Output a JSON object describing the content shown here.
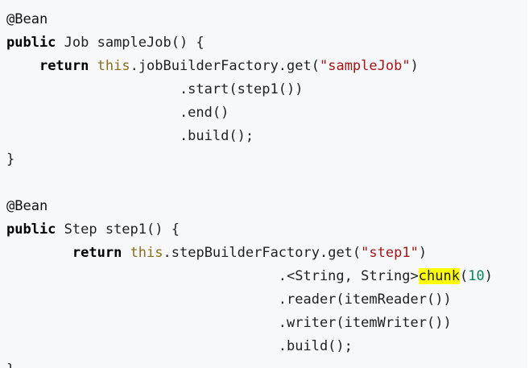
{
  "code": {
    "lines": [
      {
        "indent": "",
        "segments": [
          {
            "t": "@Bean",
            "c": "anno"
          }
        ]
      },
      {
        "indent": "",
        "segments": [
          {
            "t": "public",
            "c": "kw"
          },
          {
            "t": " Job sampleJob() {",
            "c": ""
          }
        ]
      },
      {
        "indent": "    ",
        "segments": [
          {
            "t": "return",
            "c": "kw"
          },
          {
            "t": " ",
            "c": ""
          },
          {
            "t": "this",
            "c": "this"
          },
          {
            "t": ".jobBuilderFactory.get(",
            "c": ""
          },
          {
            "t": "\"sampleJob\"",
            "c": "str"
          },
          {
            "t": ")",
            "c": ""
          }
        ]
      },
      {
        "indent": "                     ",
        "segments": [
          {
            "t": ".start(step1())",
            "c": ""
          }
        ]
      },
      {
        "indent": "                     ",
        "segments": [
          {
            "t": ".end()",
            "c": ""
          }
        ]
      },
      {
        "indent": "                     ",
        "segments": [
          {
            "t": ".build();",
            "c": ""
          }
        ]
      },
      {
        "indent": "",
        "segments": [
          {
            "t": "}",
            "c": ""
          }
        ]
      },
      {
        "indent": "",
        "segments": [
          {
            "t": "",
            "c": ""
          }
        ]
      },
      {
        "indent": "",
        "segments": [
          {
            "t": "@Bean",
            "c": "anno"
          }
        ]
      },
      {
        "indent": "",
        "segments": [
          {
            "t": "public",
            "c": "kw"
          },
          {
            "t": " Step step1() {",
            "c": ""
          }
        ]
      },
      {
        "indent": "        ",
        "segments": [
          {
            "t": "return",
            "c": "kw"
          },
          {
            "t": " ",
            "c": ""
          },
          {
            "t": "this",
            "c": "this"
          },
          {
            "t": ".stepBuilderFactory.get(",
            "c": ""
          },
          {
            "t": "\"step1\"",
            "c": "str"
          },
          {
            "t": ")",
            "c": ""
          }
        ]
      },
      {
        "indent": "                                 ",
        "segments": [
          {
            "t": ".<String, String>",
            "c": ""
          },
          {
            "t": "chunk",
            "c": "hl"
          },
          {
            "t": "(",
            "c": ""
          },
          {
            "t": "10",
            "c": "num"
          },
          {
            "t": ")",
            "c": ""
          }
        ]
      },
      {
        "indent": "                                 ",
        "segments": [
          {
            "t": ".reader(itemReader())",
            "c": ""
          }
        ]
      },
      {
        "indent": "                                 ",
        "segments": [
          {
            "t": ".writer(itemWriter())",
            "c": ""
          }
        ]
      },
      {
        "indent": "                                 ",
        "segments": [
          {
            "t": ".build();",
            "c": ""
          }
        ]
      },
      {
        "indent": "",
        "segments": [
          {
            "t": "}",
            "c": ""
          }
        ]
      }
    ]
  },
  "colors": {
    "panel_background": "#f6f8fa",
    "string": "#a31515",
    "number": "#098658",
    "this_keyword": "#8a6d1f",
    "highlight": "#ffff00"
  }
}
